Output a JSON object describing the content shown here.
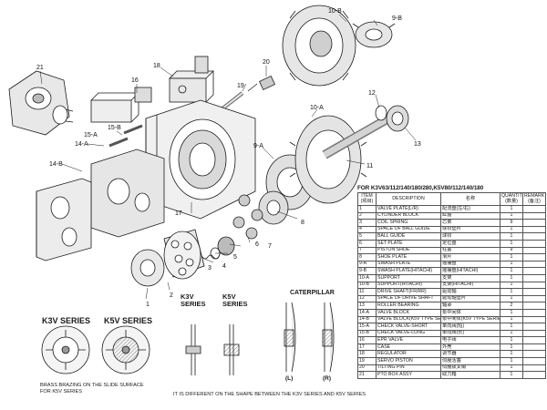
{
  "table": {
    "title": "FOR K3V63/112/140/180/280,K5V80/112/140/180",
    "headers": {
      "item": "ITEM\n(項目)",
      "description": "DESCRIPTION",
      "name_cn": "名称",
      "quantity": "QUANTITY\n(数量)",
      "remark": "REMARK\n(备注)"
    },
    "rows": [
      {
        "item": "1",
        "description": "VALVE PLATE(L/R)",
        "name_cn": "配流盘(左/右)",
        "quantity": "1",
        "remark": ""
      },
      {
        "item": "2",
        "description": "CYLINDER BLOCK",
        "name_cn": "缸體",
        "quantity": "1",
        "remark": ""
      },
      {
        "item": "3",
        "description": "COIL SPRING",
        "name_cn": "芯簧",
        "quantity": "9",
        "remark": ""
      },
      {
        "item": "4",
        "description": "SPACE OF BALL GUIDE",
        "name_cn": "球铰垫片",
        "quantity": "1",
        "remark": ""
      },
      {
        "item": "5",
        "description": "BALL GUIDE",
        "name_cn": "球铰",
        "quantity": "1",
        "remark": ""
      },
      {
        "item": "6",
        "description": "SET PLATE",
        "name_cn": "定位盘",
        "quantity": "1",
        "remark": ""
      },
      {
        "item": "7",
        "description": "PISTON SHOE",
        "name_cn": "柱塞",
        "quantity": "9",
        "remark": ""
      },
      {
        "item": "8",
        "description": "SHOE PLATE",
        "name_cn": "滑片",
        "quantity": "1",
        "remark": ""
      },
      {
        "item": "9-A",
        "description": "SWASH PLATE",
        "name_cn": "摇摆盘",
        "quantity": "1",
        "remark": ""
      },
      {
        "item": "9-B",
        "description": "SWASH PLATE(HITACHI)",
        "name_cn": "摇摆盘(HITACHI)",
        "quantity": "1",
        "remark": ""
      },
      {
        "item": "10-A",
        "description": "SUPPORT",
        "name_cn": "支架",
        "quantity": "1",
        "remark": ""
      },
      {
        "item": "10-B",
        "description": "SUPPORT(HITACHI)",
        "name_cn": "支架(HITACHI)",
        "quantity": "1",
        "remark": ""
      },
      {
        "item": "11",
        "description": "DRIVE SHAFT(FR/RR)",
        "name_cn": "驱动轴",
        "quantity": "1",
        "remark": ""
      },
      {
        "item": "12",
        "description": "SPACE OF DRIVE SHAFT",
        "name_cn": "驱动轴垫片",
        "quantity": "1",
        "remark": ""
      },
      {
        "item": "13",
        "description": "ROLLER BEARING",
        "name_cn": "轴承",
        "quantity": "2",
        "remark": ""
      },
      {
        "item": "14-A",
        "description": "VALVE BLOCK",
        "name_cn": "泵中间体",
        "quantity": "1",
        "remark": ""
      },
      {
        "item": "14-B",
        "description": "VALVE BLOCK(K5V TYPE SERIES)",
        "name_cn": "泵中间体(K5V TYPE SERIES)",
        "quantity": "1",
        "remark": ""
      },
      {
        "item": "15-A",
        "description": "CHECK VALVE-SHORT",
        "name_cn": "单向阀(短)",
        "quantity": "1",
        "remark": ""
      },
      {
        "item": "15-B",
        "description": "CHECK VALVE-LONG",
        "name_cn": "单向阀(长)",
        "quantity": "1",
        "remark": ""
      },
      {
        "item": "16",
        "description": "EPR VALVE",
        "name_cn": "电子阀",
        "quantity": "1",
        "remark": ""
      },
      {
        "item": "17",
        "description": "CASE",
        "name_cn": "外壳",
        "quantity": "1",
        "remark": ""
      },
      {
        "item": "18",
        "description": "REGULATOR",
        "name_cn": "调节器",
        "quantity": "1",
        "remark": ""
      },
      {
        "item": "19",
        "description": "SERVO PISTON",
        "name_cn": "伺服活塞",
        "quantity": "1",
        "remark": ""
      },
      {
        "item": "20",
        "description": "TILTING PIN",
        "name_cn": "伺服拨叉销",
        "quantity": "1",
        "remark": ""
      },
      {
        "item": "21",
        "description": "PTO BOX ASSY",
        "name_cn": "取力箱",
        "quantity": "1",
        "remark": ""
      }
    ]
  },
  "callouts": {
    "p1": "1",
    "p2": "2",
    "p3": "3",
    "p4": "4",
    "p5": "5",
    "p6": "6",
    "p7": "7",
    "p8": "8",
    "p9a": "9-A",
    "p9b": "9-B",
    "p10a": "10-A",
    "p10b": "10-B",
    "p11": "11",
    "p12": "12",
    "p13": "13",
    "p14a": "14-A",
    "p14b": "14-B",
    "p15a": "15-A",
    "p15b": "15-B",
    "p16": "16",
    "p17": "17",
    "p18": "18",
    "p19": "19",
    "p20": "20",
    "p21": "21"
  },
  "series": {
    "k3v_bottom": "K3V SERIES",
    "k5v_bottom": "K5V SERIES",
    "k3v_small": "K3V\nSERIES",
    "k5v_small": "K5V\nSERIES",
    "caterpillar": "CATERPILLAR",
    "left": "(L)",
    "right": "(R)",
    "note_brass": "BRASS BRAZING ON THE SLIDE SURFACE\nFOR K5V SERIES",
    "note_shape": "IT IS DIFFERENT ON THE SHAPE BETWEEN THE K3V SERIES AND K5V SERIES"
  },
  "colors": {
    "line": "#1a1a1a",
    "shade": "#d9d9d9",
    "dark": "#8a8a8a"
  }
}
